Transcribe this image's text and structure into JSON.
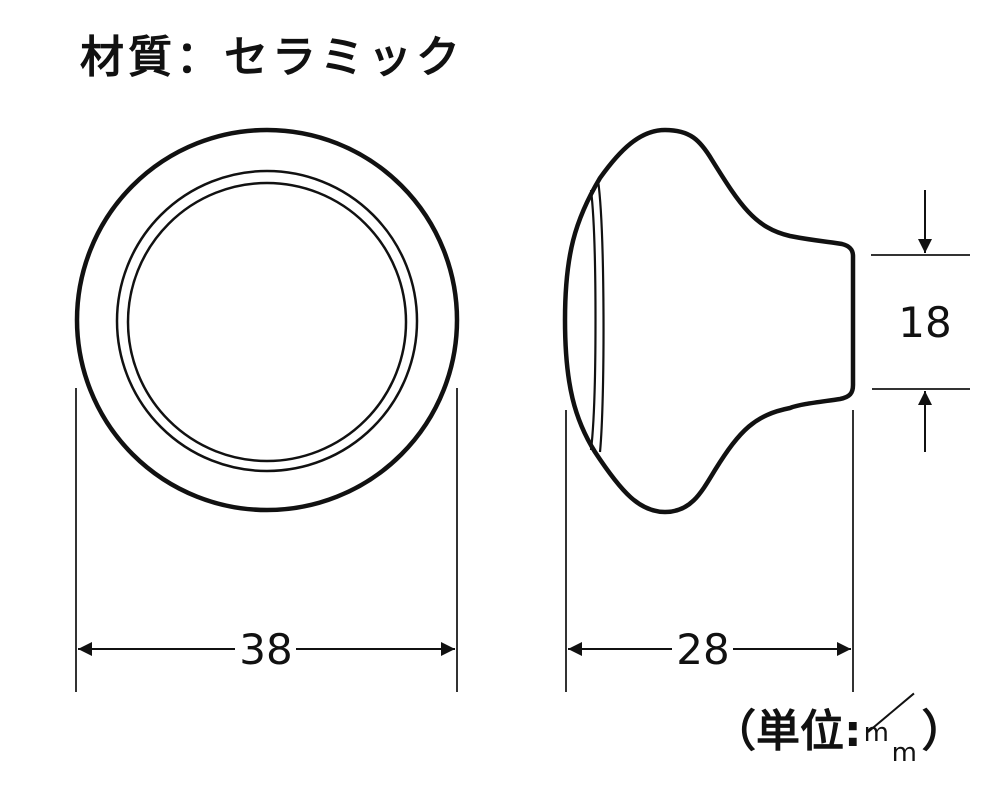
{
  "title": "材質：セラミック",
  "unit": {
    "open": "（",
    "label": "単位:",
    "numerator": "m",
    "denominator": "m",
    "close": "）"
  },
  "dimensions": {
    "front_diameter": "38",
    "side_depth": "28",
    "neck_diameter": "18"
  },
  "views": {
    "front": "front-view",
    "side": "side-view"
  },
  "colors": {
    "line": "#111111",
    "background": "#ffffff"
  }
}
